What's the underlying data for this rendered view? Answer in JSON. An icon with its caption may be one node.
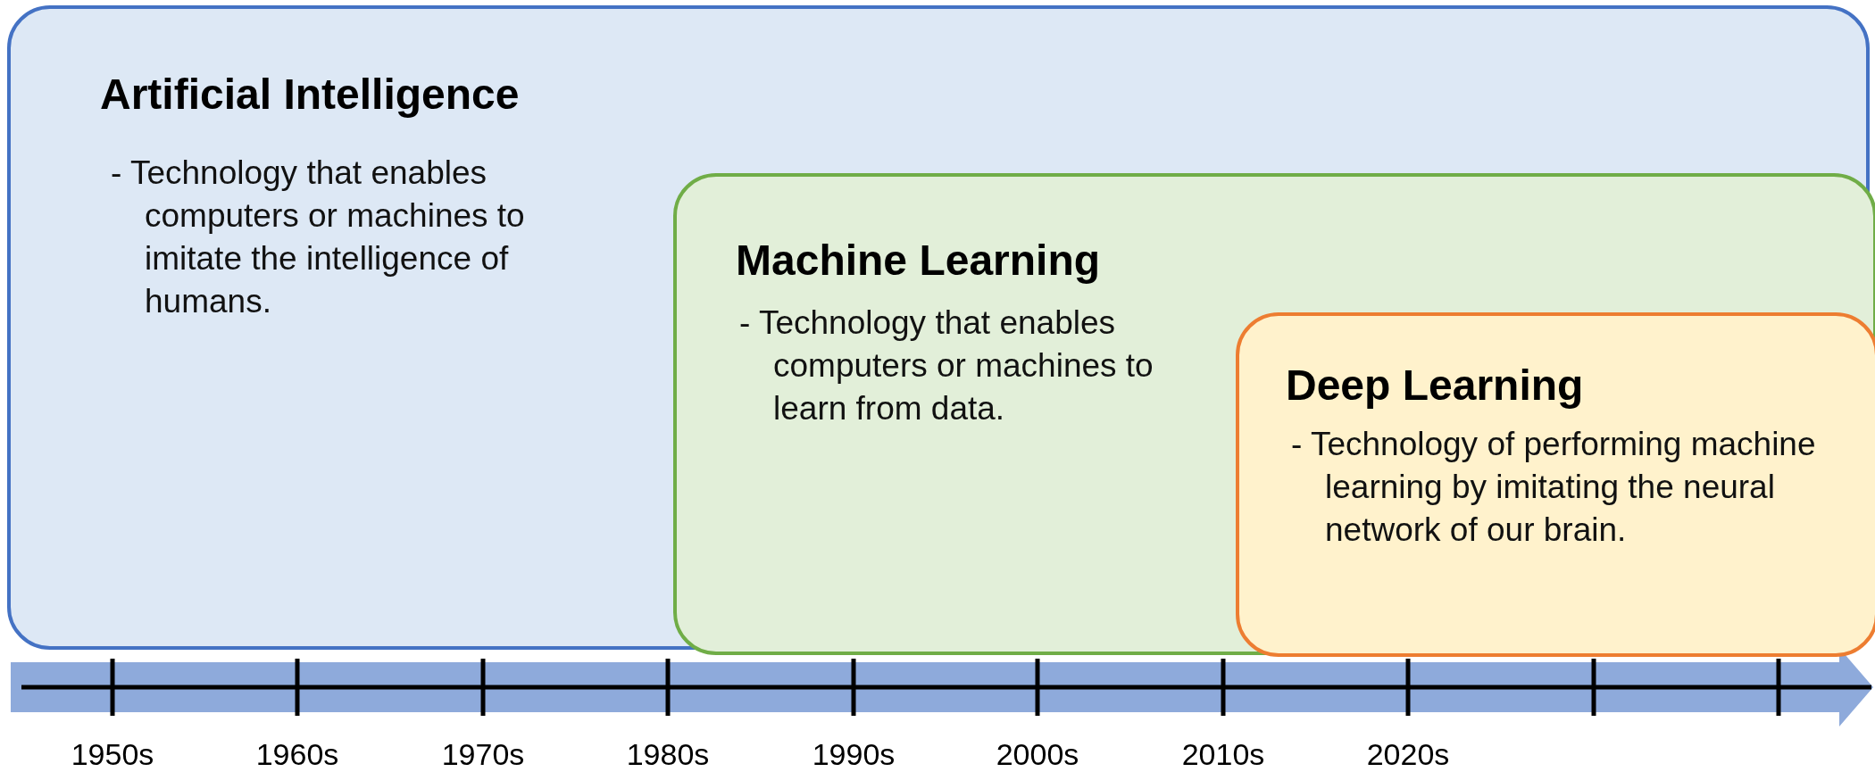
{
  "diagram": {
    "nodes": [
      {
        "text": [
          "Artificial Intelligence",
          "- Technology that enables computers or machines to imitate the intelligence of humans."
        ]
      },
      {
        "text": [
          "Machine Learning",
          "- Technology that enables computers or machines to learn from data."
        ],
        "in": 0
      },
      {
        "text": [
          "Deep Learning",
          "- Technology of performing machine learning by imitating the neural network of our brain."
        ],
        "in": 1
      }
    ],
    "edges": [],
    "labels": [
      "1950s",
      "1960s",
      "1970s",
      "1980s",
      "1990s",
      "2000s",
      "2010s",
      "2020s"
    ]
  }
}
